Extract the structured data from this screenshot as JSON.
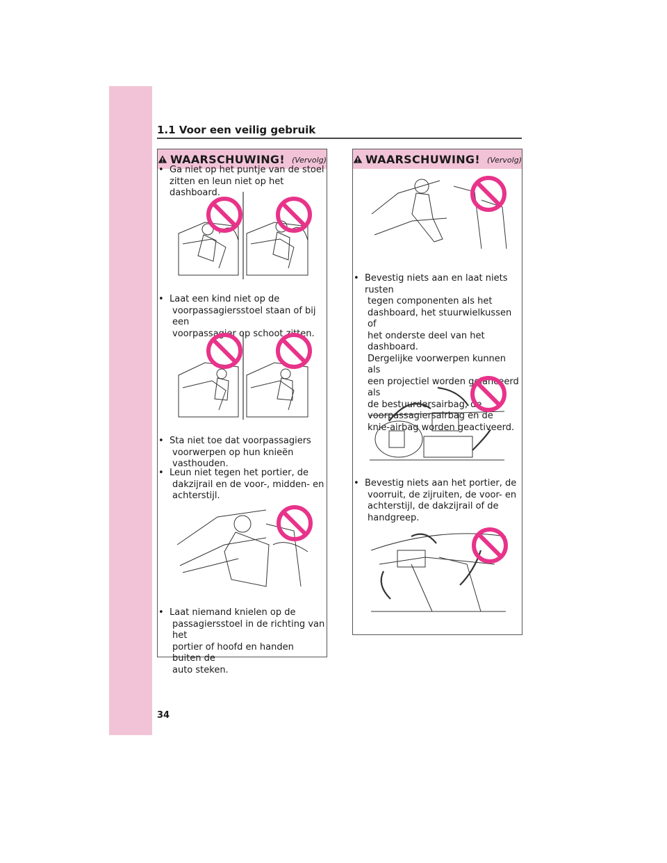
{
  "header": {
    "section": "1.1 Voor een veilig gebruik"
  },
  "page_number": "34",
  "warning": {
    "title": "WAARSCHUWING!",
    "continued": "(Vervolg)"
  },
  "left_bullets": [
    {
      "lines": [
        "Ga niet op het puntje van de stoel",
        "zitten en leun niet op het dashboard."
      ]
    },
    {
      "lines": [
        "Laat een kind niet op de",
        "voorpassagiersstoel staan of bij een",
        "voorpassagier op schoot zitten."
      ]
    },
    {
      "lines": [
        "Sta niet toe dat voorpassagiers",
        "voorwerpen op hun knieën",
        "vasthouden."
      ]
    },
    {
      "lines": [
        "Leun niet tegen het portier, de",
        "dakzijrail en de voor-, midden- en",
        "achterstijl."
      ]
    },
    {
      "lines": [
        "Laat niemand knielen op de",
        "passagiersstoel in de richting van het",
        "portier of hoofd en handen buiten de",
        "auto steken."
      ]
    }
  ],
  "right_bullets": [
    {
      "lines": [
        "Bevestig niets aan en laat niets rusten",
        "tegen componenten als het",
        "dashboard, het stuurwielkussen of",
        "het onderste deel van het dashboard.",
        "Dergelijke voorwerpen kunnen als",
        "een projectiel worden gelanceerd als",
        "de bestuurdersairbag, de",
        "voorpassagiersairbag en de",
        "knie-airbag worden geactiveerd."
      ]
    },
    {
      "lines": [
        "Bevestig niets aan het portier, de",
        "voorruit, de zijruiten, de voor- en",
        "achterstijl, de dakzijrail of de",
        "handgreep."
      ]
    }
  ],
  "colors": {
    "tab": "#f2c3d6",
    "prohibit": "#e8338a",
    "header_bg": "#f2c3d6"
  },
  "icons": {
    "warning": "warning-triangle-icon",
    "prohibit": "prohibition-sign-icon"
  }
}
